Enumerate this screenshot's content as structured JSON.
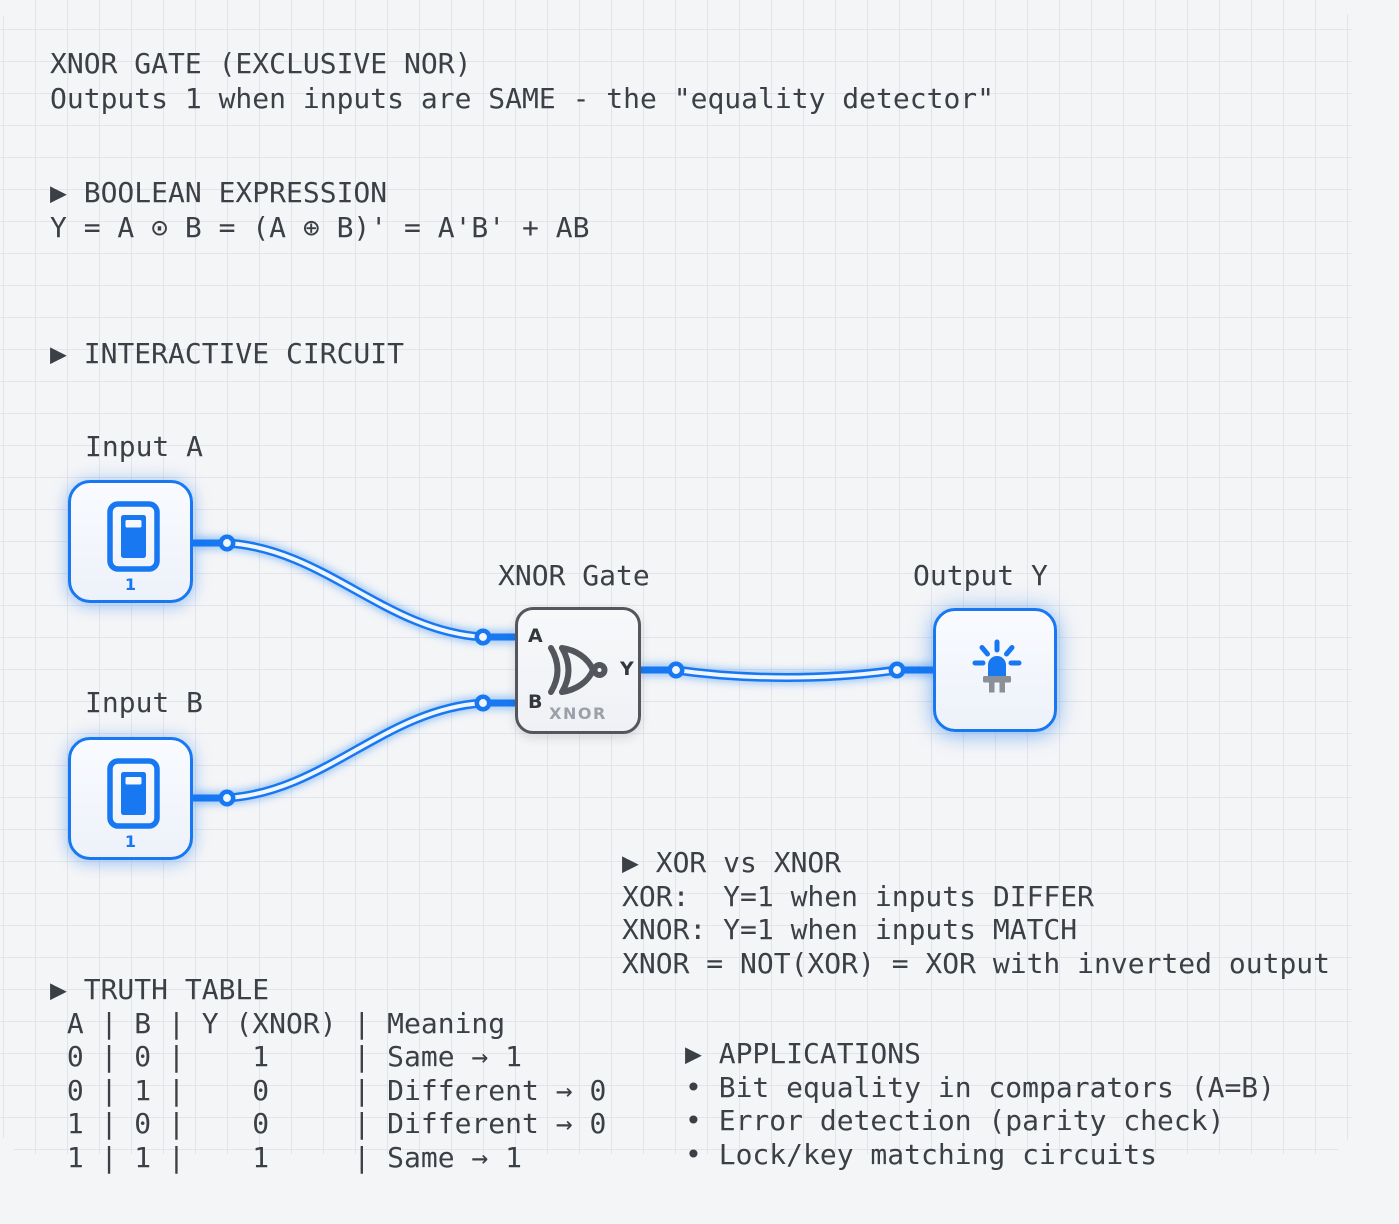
{
  "header": {
    "title": "XNOR GATE (EXCLUSIVE NOR)",
    "subtitle": "Outputs 1 when inputs are SAME - the \"equality detector\""
  },
  "boolean_section": {
    "heading": "▶ BOOLEAN EXPRESSION",
    "expression": "Y = A ⊙ B = (A ⊕ B)' = A'B' + AB"
  },
  "circuit_section": {
    "heading": "▶ INTERACTIVE CIRCUIT",
    "input_a_label": "Input A",
    "input_a_value": "1",
    "input_b_label": "Input B",
    "input_b_value": "1",
    "gate_label": "XNOR Gate",
    "gate_pin_a": "A",
    "gate_pin_b": "B",
    "gate_pin_y": "Y",
    "gate_name": "XNOR",
    "output_label": "Output Y"
  },
  "comparison_section": {
    "heading": "▶ XOR vs XNOR",
    "lines": [
      "XOR:  Y=1 when inputs DIFFER",
      "XNOR: Y=1 when inputs MATCH",
      "XNOR = NOT(XOR) = XOR with inverted output"
    ]
  },
  "truth_table_section": {
    "heading": "▶ TRUTH TABLE",
    "header_row": " A | B | Y (XNOR) | Meaning",
    "rows": [
      " 0 | 0 |    1     | Same → 1",
      " 0 | 1 |    0     | Different → 0",
      " 1 | 0 |    0     | Different → 0",
      " 1 | 1 |    1     | Same → 1"
    ]
  },
  "applications_section": {
    "heading": "▶ APPLICATIONS",
    "items": [
      "• Bit equality in comparators (A=B)",
      "• Error detection (parity check)",
      "• Lock/key matching circuits"
    ]
  },
  "colors": {
    "accent_blue": "#1778f2",
    "wire_core": "#f0f6ff",
    "gate_gray": "#53575d",
    "text": "#3b4046",
    "grid_line": "#e3e4ea",
    "background": "#f4f5f7"
  }
}
